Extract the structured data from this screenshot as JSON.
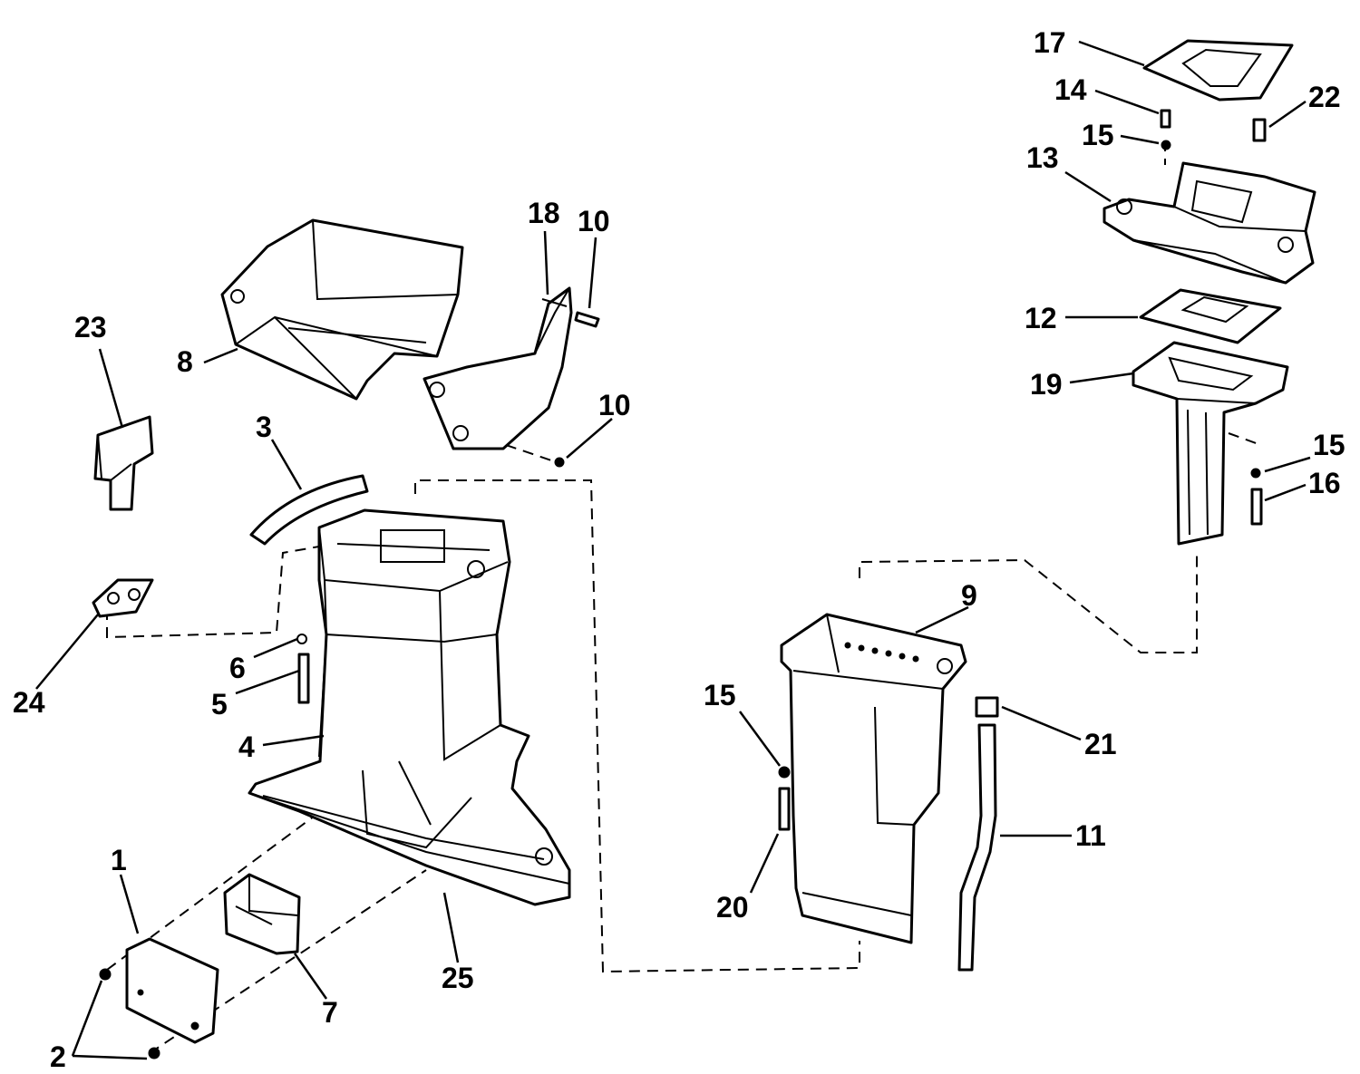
{
  "callouts": [
    {
      "id": "c1",
      "text": "1"
    },
    {
      "id": "c2",
      "text": "2"
    },
    {
      "id": "c3",
      "text": "3"
    },
    {
      "id": "c4",
      "text": "4"
    },
    {
      "id": "c5",
      "text": "5"
    },
    {
      "id": "c6",
      "text": "6"
    },
    {
      "id": "c7",
      "text": "7"
    },
    {
      "id": "c8",
      "text": "8"
    },
    {
      "id": "c9",
      "text": "9"
    },
    {
      "id": "c10a",
      "text": "10"
    },
    {
      "id": "c10b",
      "text": "10"
    },
    {
      "id": "c11",
      "text": "11"
    },
    {
      "id": "c12",
      "text": "12"
    },
    {
      "id": "c13",
      "text": "13"
    },
    {
      "id": "c14",
      "text": "14"
    },
    {
      "id": "c15a",
      "text": "15"
    },
    {
      "id": "c15b",
      "text": "15"
    },
    {
      "id": "c15c",
      "text": "15"
    },
    {
      "id": "c16",
      "text": "16"
    },
    {
      "id": "c17",
      "text": "17"
    },
    {
      "id": "c18",
      "text": "18"
    },
    {
      "id": "c19",
      "text": "19"
    },
    {
      "id": "c20",
      "text": "20"
    },
    {
      "id": "c21",
      "text": "21"
    },
    {
      "id": "c22",
      "text": "22"
    },
    {
      "id": "c23",
      "text": "23"
    },
    {
      "id": "c24",
      "text": "24"
    },
    {
      "id": "c25",
      "text": "25"
    }
  ]
}
